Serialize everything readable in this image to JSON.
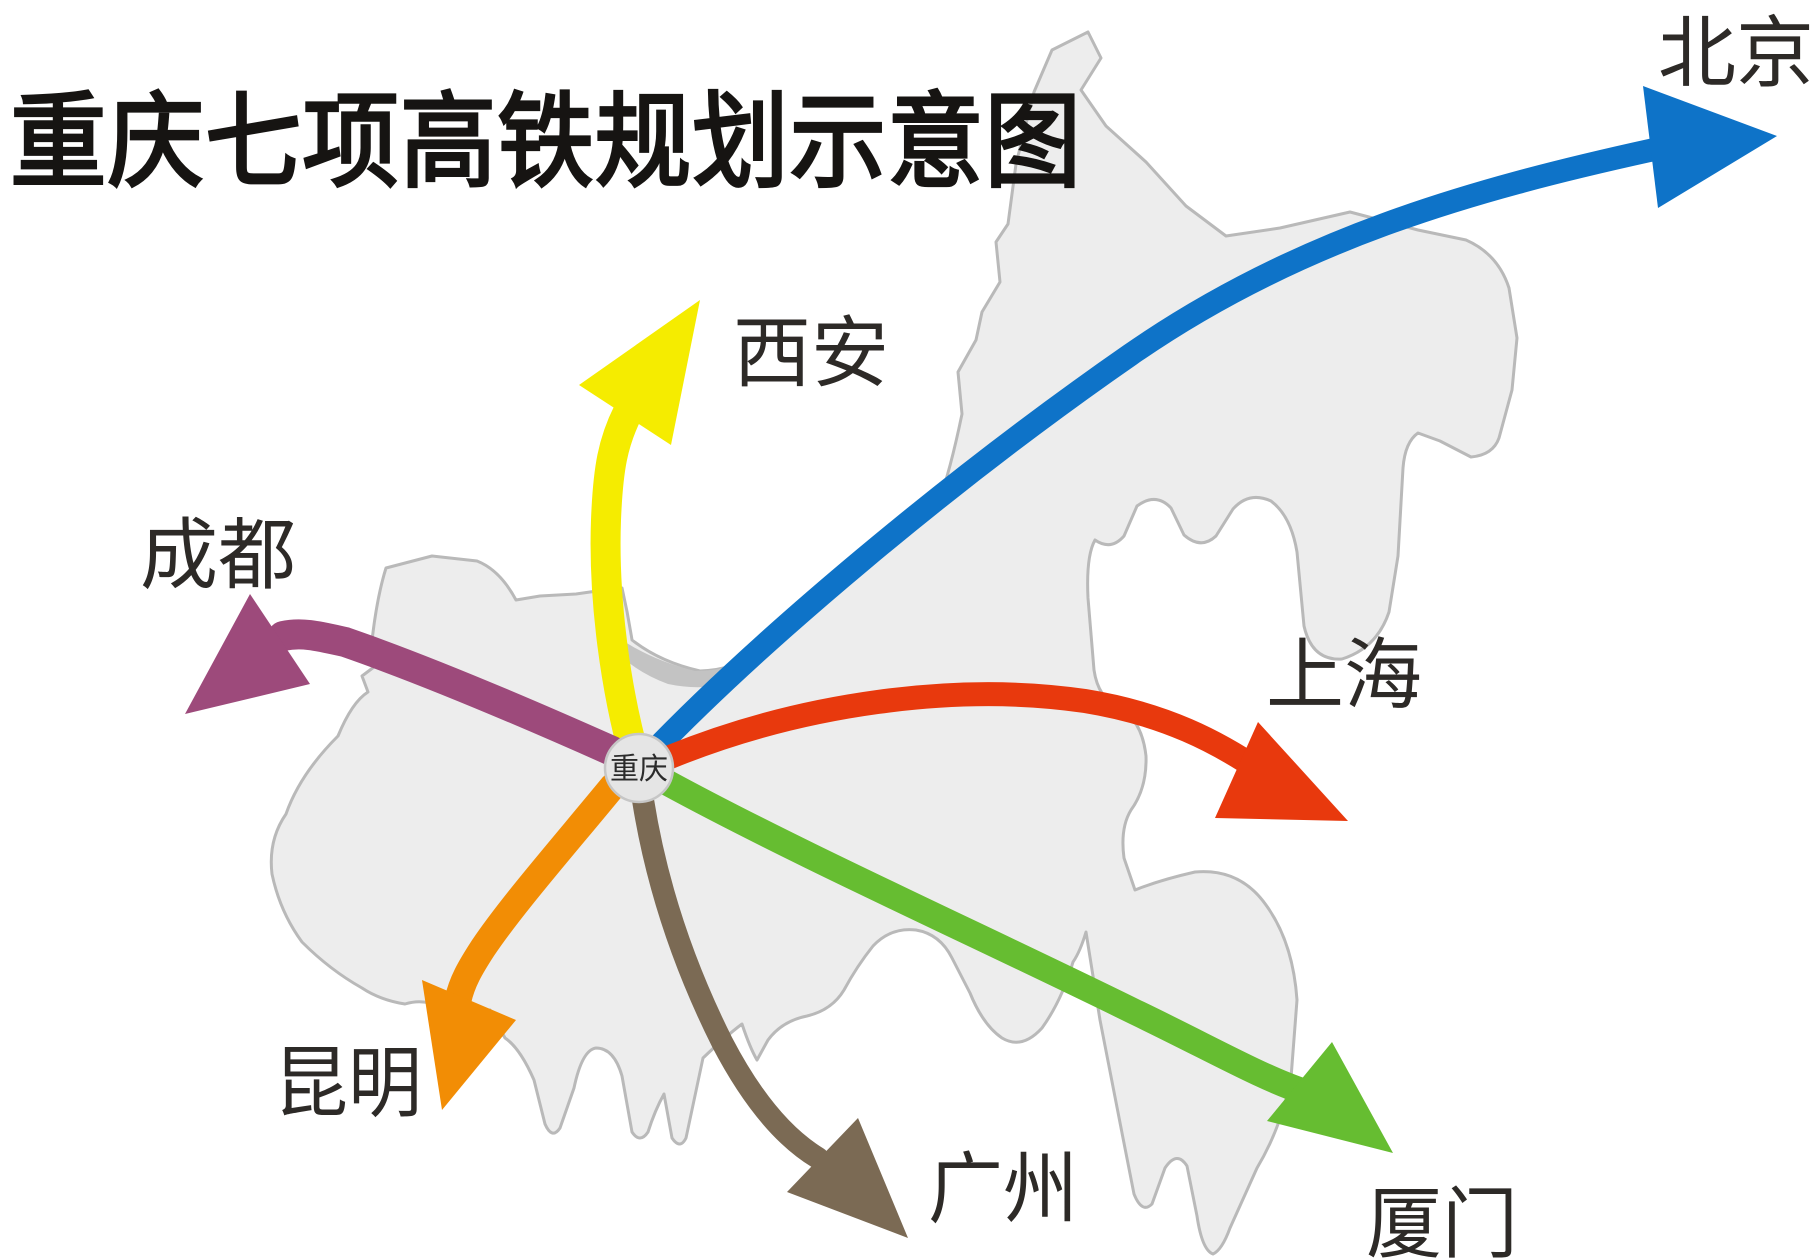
{
  "title": "重庆七项高铁规划示意图",
  "center_node": {
    "label": "重庆"
  },
  "routes": [
    {
      "city": "北京",
      "color": "#0e73c8"
    },
    {
      "city": "西安",
      "color": "#f5ec00"
    },
    {
      "city": "上海",
      "color": "#e8390d"
    },
    {
      "city": "厦门",
      "color": "#66bd31"
    },
    {
      "city": "广州",
      "color": "#7b6a54"
    },
    {
      "city": "昆明",
      "color": "#f28d05"
    },
    {
      "city": "成都",
      "color": "#9d4a7b"
    }
  ]
}
